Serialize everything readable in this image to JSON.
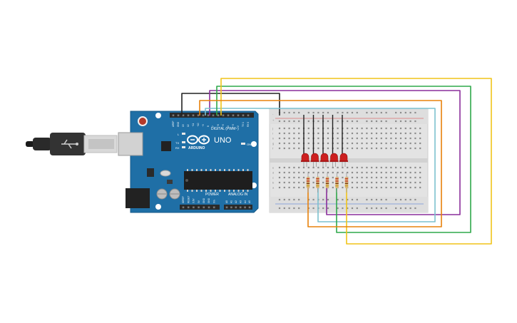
{
  "board": {
    "brand": "ARDUINO",
    "model": "UNO",
    "digital_label": "DIGITAL (PWM~)",
    "power_label": "POWER",
    "analog_label": "ANALOG IN",
    "on_label": "ON",
    "tx_label": "TX",
    "rx_label": "RX",
    "l_label": "L",
    "digital_pins": [
      "AREF",
      "GND",
      "13",
      "12",
      "~11",
      "~10",
      "~9",
      "8",
      "7",
      "~6",
      "~5",
      "4",
      "~3",
      "2",
      "TX 1",
      "RX 0"
    ],
    "power_pins": [
      "IOREF",
      "RESET",
      "3.3V",
      "5V",
      "GND",
      "GND",
      "Vin"
    ],
    "analog_pins": [
      "A0",
      "A1",
      "A2",
      "A3",
      "A4",
      "A5"
    ]
  },
  "breadboard": {
    "rail_plus": "+",
    "rail_minus": "-",
    "row_letters_top": [
      "j",
      "i",
      "h",
      "g",
      "f"
    ],
    "row_letters_bottom": [
      "e",
      "d",
      "c",
      "b",
      "a"
    ],
    "column_count": 30
  },
  "components": {
    "led_count": 5,
    "led_color": "#cc1f1f",
    "resistor_count": 5
  },
  "wires": [
    {
      "color": "#222222"
    },
    {
      "color": "#8a2e9b"
    },
    {
      "color": "#7cc1cf"
    },
    {
      "color": "#2fa84a"
    },
    {
      "color": "#f0c419"
    },
    {
      "color": "#e8820c"
    }
  ]
}
